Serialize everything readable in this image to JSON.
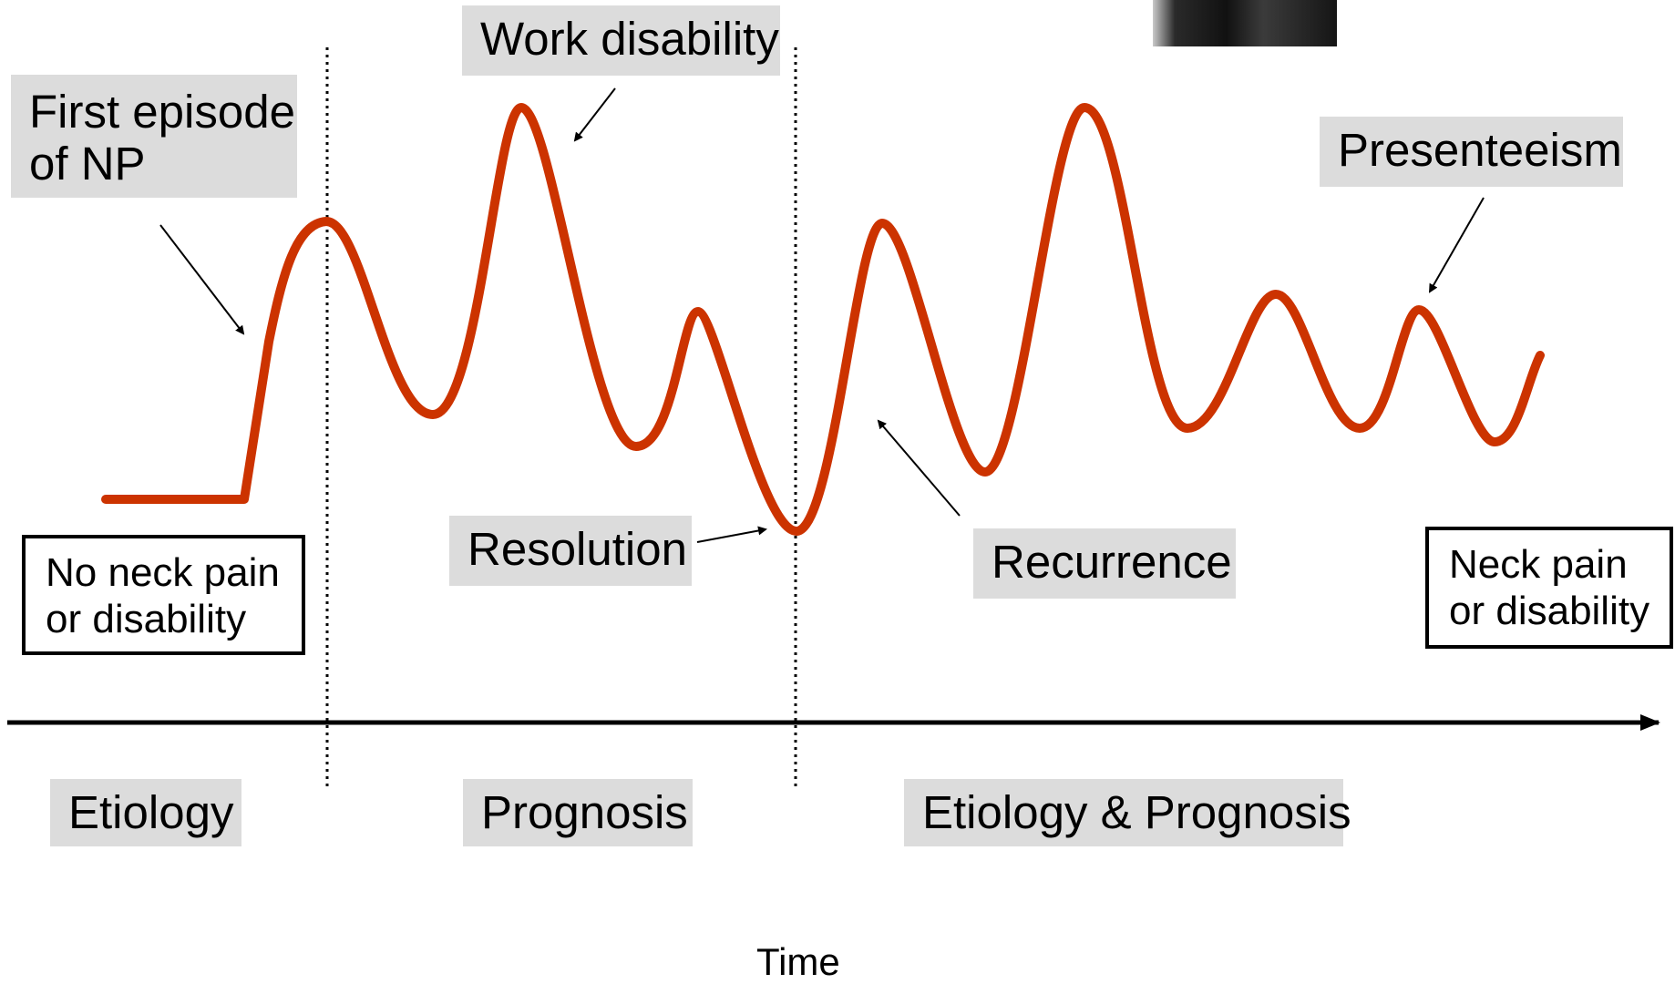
{
  "labels": {
    "first_episode": [
      "First episode",
      "of NP"
    ],
    "work_disability": "Work disability",
    "presenteeism": "Presenteeism",
    "resolution": "Resolution",
    "recurrence": "Recurrence",
    "etiology": "Etiology",
    "prognosis": "Prognosis",
    "etiology_prognosis": "Etiology & Prognosis"
  },
  "states": {
    "start": [
      "No neck pain",
      "or disability"
    ],
    "end": [
      "Neck pain",
      "or disability"
    ]
  },
  "axis": {
    "x_label": "Time"
  },
  "colors": {
    "curve": "#cc3300",
    "label_bg": "#dcdcdc",
    "axis": "#000000"
  }
}
